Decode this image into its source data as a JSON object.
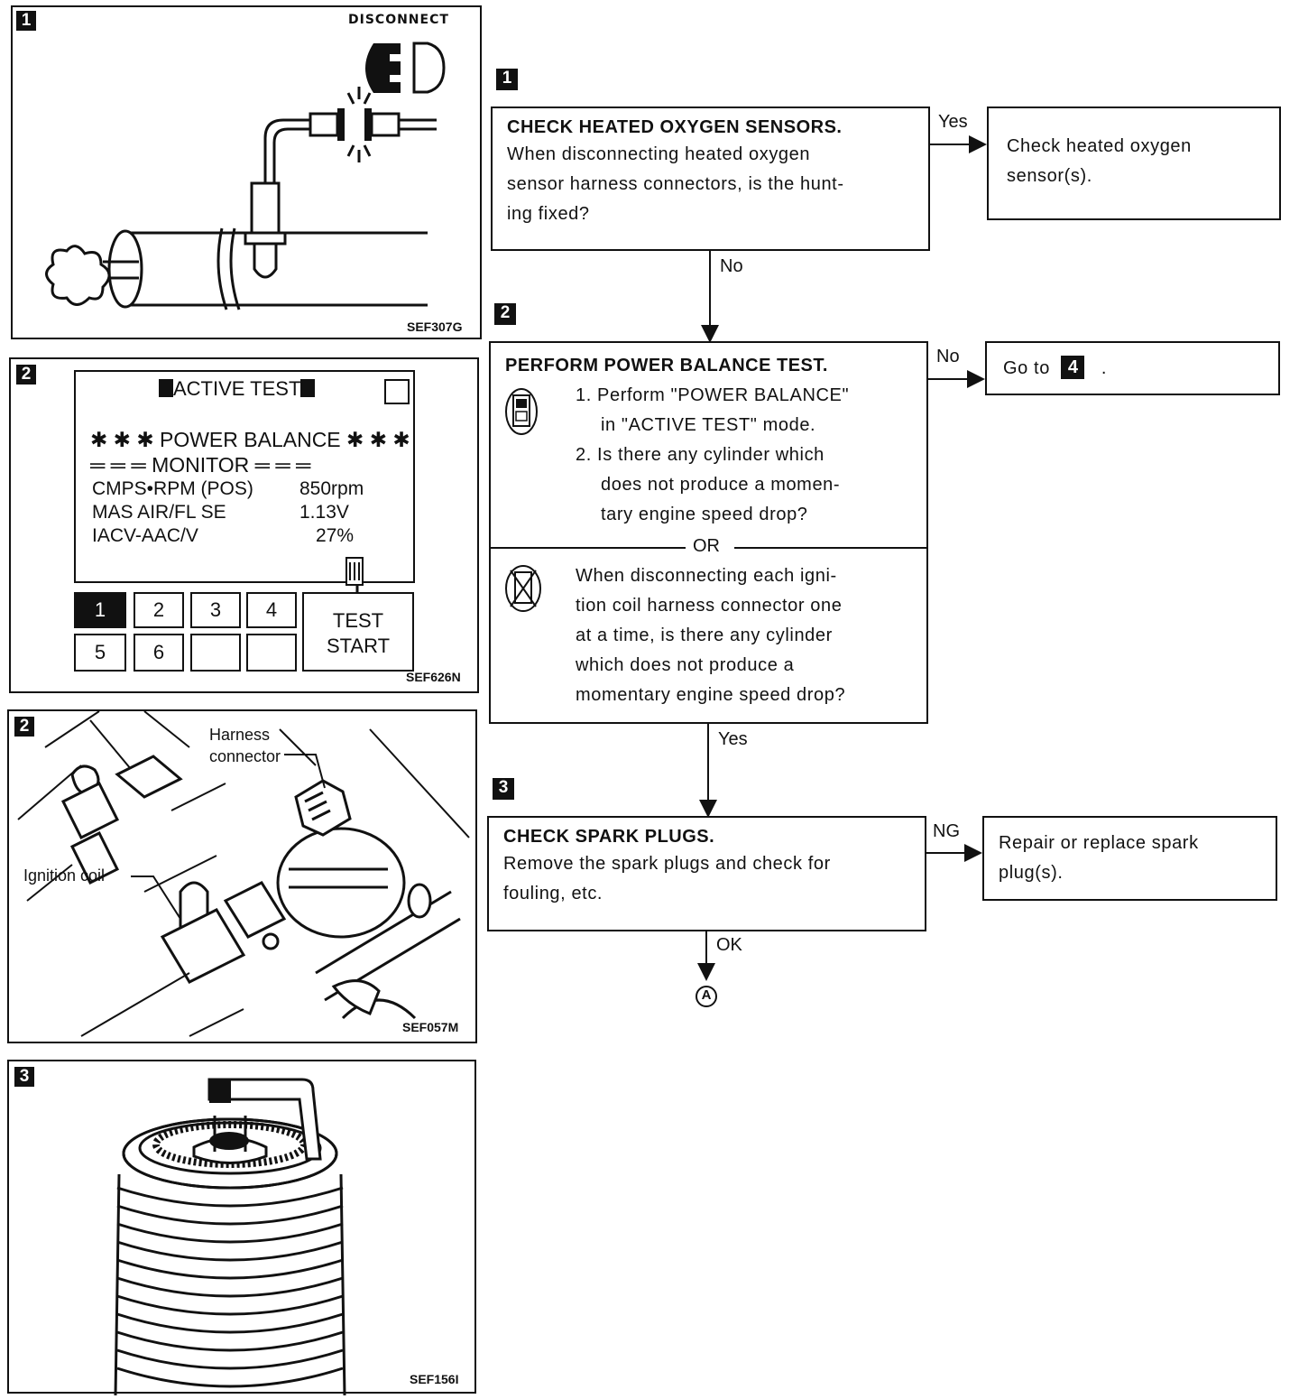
{
  "figures": {
    "fig1": {
      "badge": "1",
      "label": "DISCONNECT",
      "code": "SEF307G"
    },
    "fig2a": {
      "badge": "2",
      "screen_title": "ACTIVE TEST",
      "line1": "✱ ✱ ✱ POWER BALANCE ✱ ✱ ✱",
      "line2_left": "═ ═ ═",
      "line2_mid": "MONITOR",
      "line2_right": "═ ═ ═",
      "rows": [
        {
          "name": "CMPS•RPM (POS)",
          "value": "850rpm"
        },
        {
          "name": "MAS AIR/FL SE",
          "value": "1.13V"
        },
        {
          "name": "IACV-AAC/V",
          "value": "27%"
        }
      ],
      "keys": [
        "1",
        "2",
        "3",
        "4",
        "5",
        "6"
      ],
      "test_start": [
        "TEST",
        "START"
      ],
      "code": "SEF626N"
    },
    "fig2b": {
      "badge": "2",
      "harness_label": [
        "Harness",
        "connector"
      ],
      "coil_label": "Ignition coil",
      "code": "SEF057M"
    },
    "fig3": {
      "badge": "3",
      "code": "SEF156I"
    }
  },
  "flow": {
    "step1": {
      "badge": "1",
      "title": "CHECK HEATED OXYGEN SENSORS.",
      "lines": [
        "When disconnecting heated oxygen",
        "sensor harness connectors, is the hunt-",
        "ing fixed?"
      ],
      "yes_label": "Yes",
      "yes_result": [
        "Check heated oxygen",
        "sensor(s)."
      ],
      "no_label": "No"
    },
    "step2": {
      "badge": "2",
      "title": "PERFORM POWER BALANCE TEST.",
      "item1": [
        "1. Perform \"POWER BALANCE\"",
        "in \"ACTIVE TEST\" mode."
      ],
      "item2": [
        "2. Is there any cylinder which",
        "does not produce a momen-",
        "tary engine speed drop?"
      ],
      "or_label": "OR",
      "alt": [
        "When disconnecting each igni-",
        "tion coil harness connector one",
        "at a time, is there any cylinder",
        "which does not produce a",
        "momentary engine speed drop?"
      ],
      "no_label": "No",
      "goto_text": "Go to",
      "goto_badge": "4",
      "goto_end": ".",
      "yes_label": "Yes"
    },
    "step3": {
      "badge": "3",
      "title": "CHECK SPARK PLUGS.",
      "lines": [
        "Remove the spark plugs and check for",
        "fouling, etc."
      ],
      "ng_label": "NG",
      "ng_result": [
        "Repair or replace spark",
        "plug(s)."
      ],
      "ok_label": "OK",
      "end_marker": "A"
    }
  }
}
